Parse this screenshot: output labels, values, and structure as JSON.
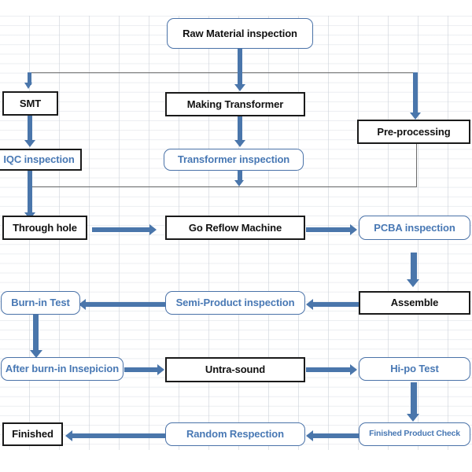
{
  "diagram": {
    "title": "Manufacturing Quality Inspection Process Flowchart",
    "background": "spreadsheet-grid",
    "colors": {
      "box_border_black": "#1a1a1a",
      "box_border_blue": "#4a72a8",
      "text_black": "#111111",
      "text_blue": "#4878b4",
      "arrow_blue": "#4a76ab",
      "connector_grey": "#6b6b6b",
      "grid_line": "#c8ced6",
      "canvas": "#ffffff"
    }
  },
  "nodes": {
    "raw_material_inspection": {
      "label": "Raw Material inspection",
      "shape": "rounded",
      "border": "blue",
      "text_color": "black"
    },
    "smt": {
      "label": "SMT",
      "shape": "rect",
      "border": "black",
      "text_color": "black"
    },
    "making_transformer": {
      "label": "Making Transformer",
      "shape": "rect",
      "border": "black",
      "text_color": "black"
    },
    "pre_processing": {
      "label": "Pre-processing",
      "shape": "rect",
      "border": "black",
      "text_color": "black"
    },
    "iqc_inspection": {
      "label": "IQC inspection",
      "shape": "rect",
      "border": "black",
      "text_color": "blue"
    },
    "transformer_inspection": {
      "label": "Transformer inspection",
      "shape": "rounded",
      "border": "blue",
      "text_color": "blue"
    },
    "through_hole": {
      "label": "Through hole",
      "shape": "rect",
      "border": "black",
      "text_color": "black"
    },
    "go_reflow_machine": {
      "label": "Go Reflow Machine",
      "shape": "rect",
      "border": "black",
      "text_color": "black"
    },
    "pcba_inspection": {
      "label": "PCBA inspection",
      "shape": "rounded",
      "border": "blue",
      "text_color": "blue"
    },
    "burn_in_test": {
      "label": "Burn-in Test",
      "shape": "rounded",
      "border": "blue",
      "text_color": "blue"
    },
    "semi_product_inspection": {
      "label": "Semi-Product inspection",
      "shape": "rounded",
      "border": "blue",
      "text_color": "blue"
    },
    "assemble": {
      "label": "Assemble",
      "shape": "rect",
      "border": "black",
      "text_color": "black"
    },
    "after_burn_in_inspection": {
      "label": "After burn-in Insepicion",
      "shape": "rounded",
      "border": "blue",
      "text_color": "blue"
    },
    "untra_sound": {
      "label": "Untra-sound",
      "shape": "rect",
      "border": "black",
      "text_color": "black"
    },
    "hi_po_test": {
      "label": "Hi-po Test",
      "shape": "rounded",
      "border": "blue",
      "text_color": "blue"
    },
    "finished": {
      "label": "Finished",
      "shape": "rect",
      "border": "black",
      "text_color": "black"
    },
    "random_respection": {
      "label": "Random Respection",
      "shape": "rounded",
      "border": "blue",
      "text_color": "blue"
    },
    "finished_product_check": {
      "label": "Finished Product Check",
      "shape": "rounded",
      "border": "blue",
      "text_color": "blue"
    }
  },
  "edges": [
    {
      "from": "raw_material_inspection",
      "to": "making_transformer",
      "direction": "down"
    },
    {
      "from": "raw_material_inspection",
      "to": "smt",
      "direction": "down-left"
    },
    {
      "from": "raw_material_inspection",
      "to": "pre_processing",
      "direction": "down-right"
    },
    {
      "from": "smt",
      "to": "iqc_inspection",
      "direction": "down"
    },
    {
      "from": "making_transformer",
      "to": "transformer_inspection",
      "direction": "down"
    },
    {
      "from": "iqc_inspection",
      "to": "through_hole",
      "direction": "down"
    },
    {
      "from": "transformer_inspection",
      "to": "through_hole",
      "direction": "down-left"
    },
    {
      "from": "pre_processing",
      "to": "through_hole",
      "direction": "down-left"
    },
    {
      "from": "through_hole",
      "to": "go_reflow_machine",
      "direction": "right"
    },
    {
      "from": "go_reflow_machine",
      "to": "pcba_inspection",
      "direction": "right"
    },
    {
      "from": "pcba_inspection",
      "to": "assemble",
      "direction": "down"
    },
    {
      "from": "assemble",
      "to": "semi_product_inspection",
      "direction": "left"
    },
    {
      "from": "semi_product_inspection",
      "to": "burn_in_test",
      "direction": "left"
    },
    {
      "from": "burn_in_test",
      "to": "after_burn_in_inspection",
      "direction": "down"
    },
    {
      "from": "after_burn_in_inspection",
      "to": "untra_sound",
      "direction": "right"
    },
    {
      "from": "untra_sound",
      "to": "hi_po_test",
      "direction": "right"
    },
    {
      "from": "hi_po_test",
      "to": "finished_product_check",
      "direction": "down"
    },
    {
      "from": "finished_product_check",
      "to": "random_respection",
      "direction": "left"
    },
    {
      "from": "random_respection",
      "to": "finished",
      "direction": "left"
    }
  ]
}
